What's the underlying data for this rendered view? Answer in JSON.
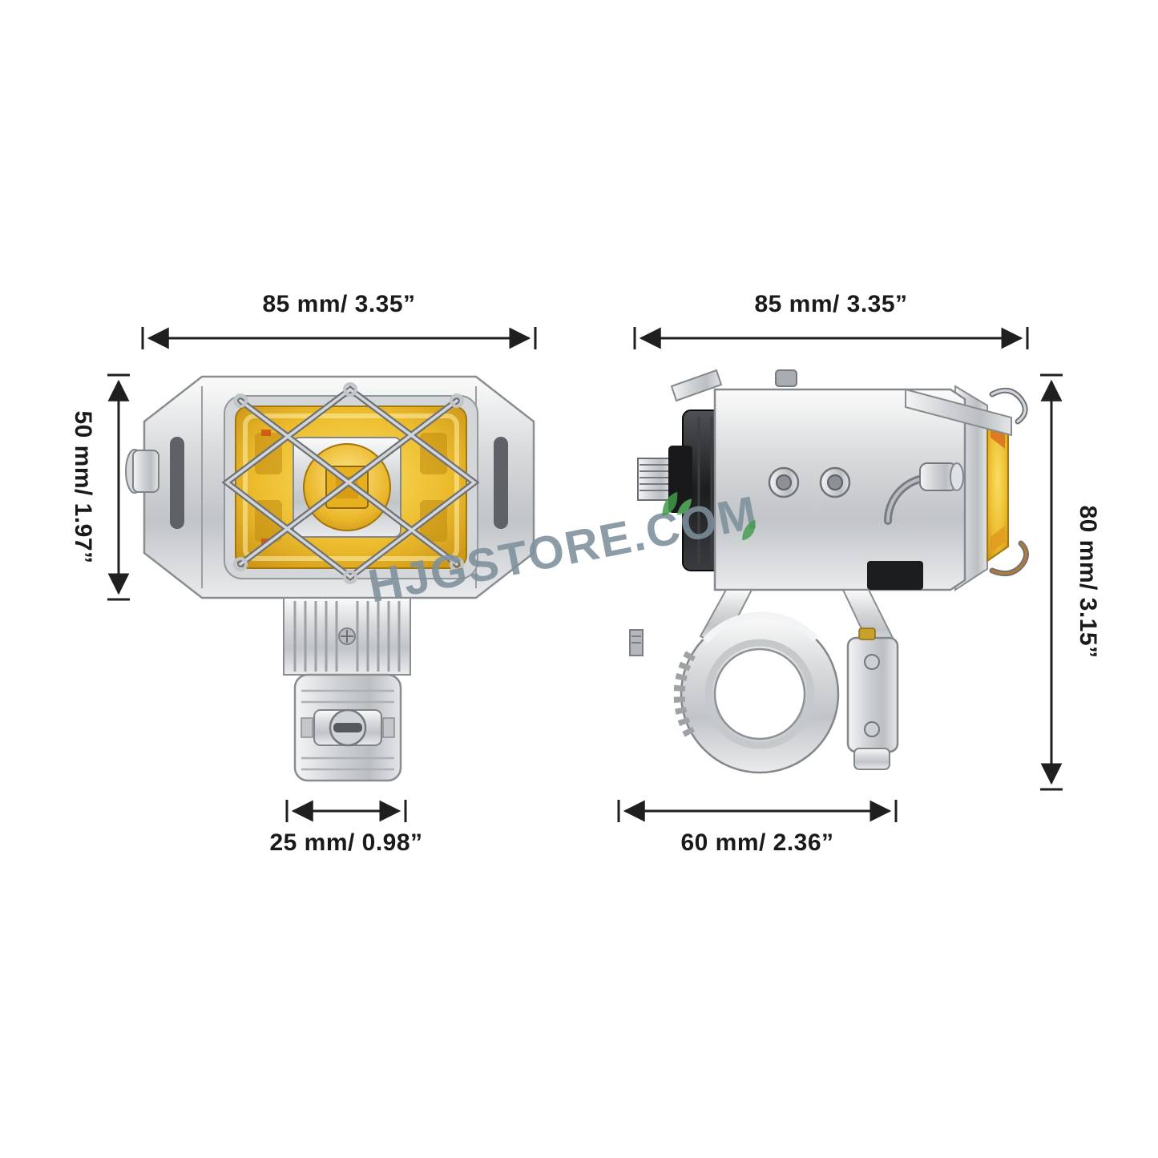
{
  "watermark": {
    "text": "HJGSTORE.COM"
  },
  "views": {
    "front": {
      "label_width": "85 mm/ 3.35”",
      "label_height": "50 mm/ 1.97”",
      "label_mount": "25 mm/ 0.98”"
    },
    "side": {
      "label_width": "85 mm/ 3.35”",
      "label_height": "80 mm/ 3.15”",
      "label_clamp": "60 mm/ 2.36”"
    }
  },
  "colors": {
    "dimension_text": "#1a1a1a",
    "lens_amber": "#edbc2e",
    "metal_silver": "#d7d9db",
    "watermark_gray": "#7d8f9b",
    "leaf_green": "#3f9b48"
  }
}
